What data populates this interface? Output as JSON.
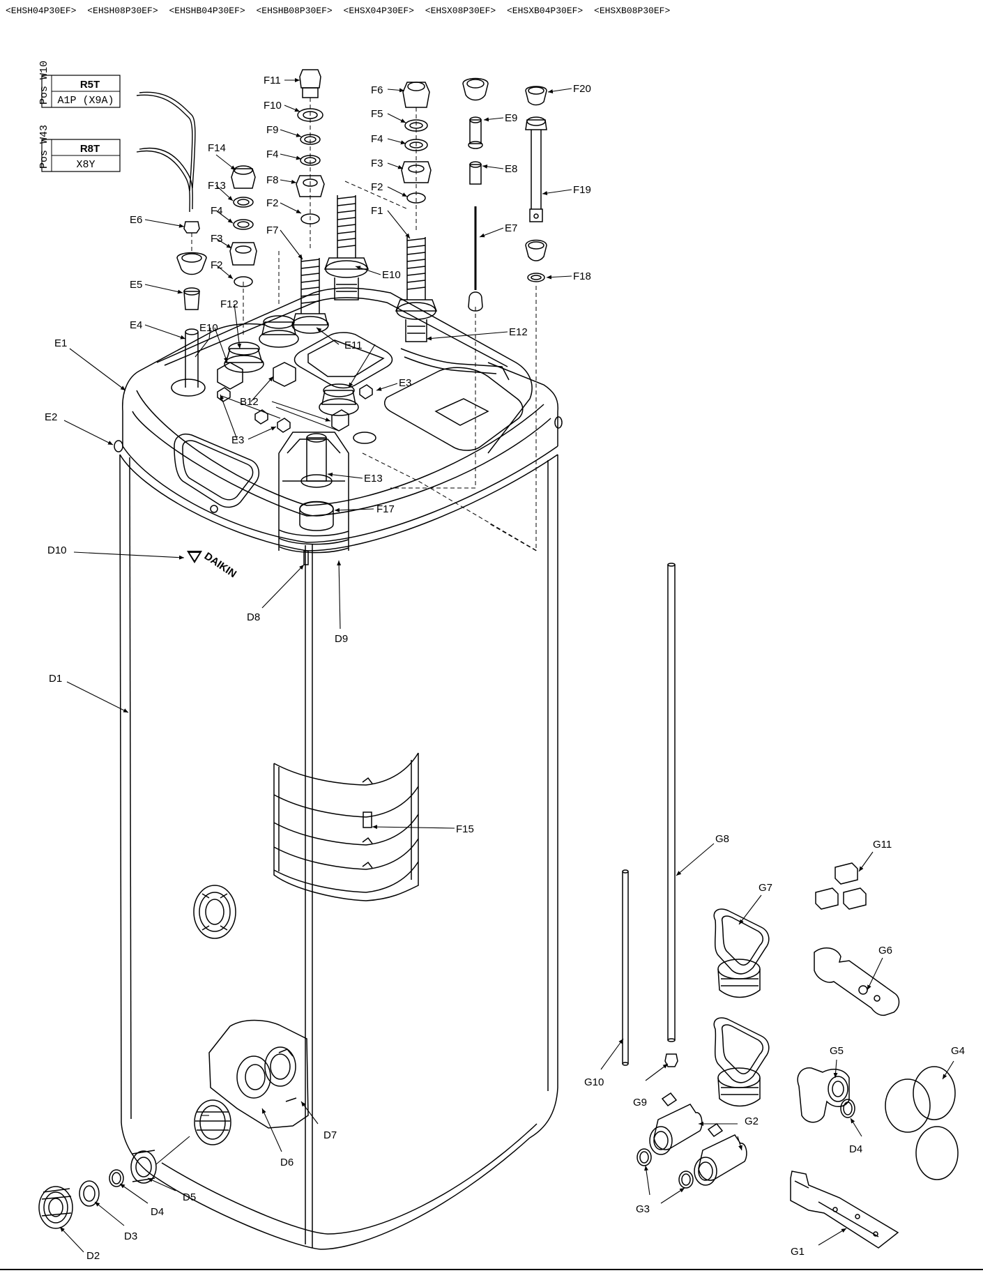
{
  "models": [
    "<EHSH04P30EF>",
    "<EHSH08P30EF>",
    "<EHSHB04P30EF>",
    "<EHSHB08P30EF>",
    "<EHSX04P30EF>",
    "<EHSX08P30EF>",
    "<EHSXB04P30EF>",
    "<EHSXB08P30EF>"
  ],
  "sensor_tags": [
    {
      "id": "r5t",
      "name": "R5T",
      "side": "Pos W10",
      "conn": "A1P (X9A)"
    },
    {
      "id": "r8t",
      "name": "R8T",
      "side": "Pos W43",
      "conn": "X8Y"
    }
  ],
  "brand": "DAIKIN",
  "callouts": {
    "F11": "F11",
    "F10": "F10",
    "F9": "F9",
    "F4a": "F4",
    "F8": "F8",
    "F2a": "F2",
    "F7": "F7",
    "E10a": "E10",
    "F6": "F6",
    "F5": "F5",
    "F4b": "F4",
    "F3a": "F3",
    "F2b": "F2",
    "F1": "F1",
    "E9": "E9",
    "E8": "E8",
    "E7": "E7",
    "F20": "F20",
    "F19": "F19",
    "F18": "F18",
    "F14": "F14",
    "F13": "F13",
    "F4c": "F4",
    "F3b": "F3",
    "F2c": "F2",
    "F12": "F12",
    "E6": "E6",
    "E5": "E5",
    "E4": "E4",
    "E10b": "E10",
    "E12": "E12",
    "E11": "E11",
    "E1": "E1",
    "E3a": "E3",
    "B12": "B12",
    "E3b": "E3",
    "E2": "E2",
    "E13": "E13",
    "F17": "F17",
    "D10": "D10",
    "D8": "D8",
    "D9": "D9",
    "D1": "D1",
    "F15": "F15",
    "G8": "G8",
    "G11": "G11",
    "G7": "G7",
    "G6": "G6",
    "G10": "G10",
    "G9": "G9",
    "G5": "G5",
    "G4": "G4",
    "G2": "G2",
    "D4b": "D4",
    "G3": "G3",
    "G1": "G1",
    "D7": "D7",
    "D6": "D6",
    "D5": "D5",
    "D4a": "D4",
    "D3": "D3",
    "D2": "D2"
  }
}
